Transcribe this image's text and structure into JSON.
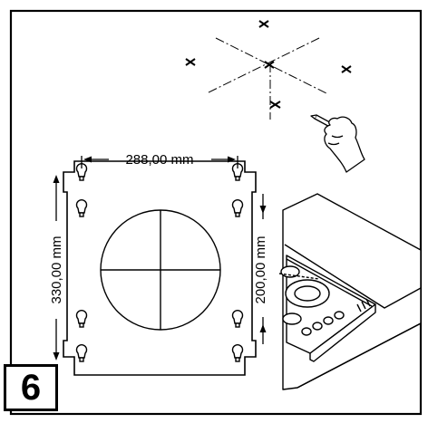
{
  "step_number": "6",
  "dimensions": {
    "top_width": "288,00 mm",
    "left_height": "330,00 mm",
    "right_height": "200,00 mm"
  },
  "colors": {
    "line": "#000000",
    "background": "#ffffff"
  },
  "icons": {
    "drill_marks": "cross-mark-icon",
    "hand": "hand-with-pencil-icon",
    "hook": "keyhole-hook-icon"
  }
}
